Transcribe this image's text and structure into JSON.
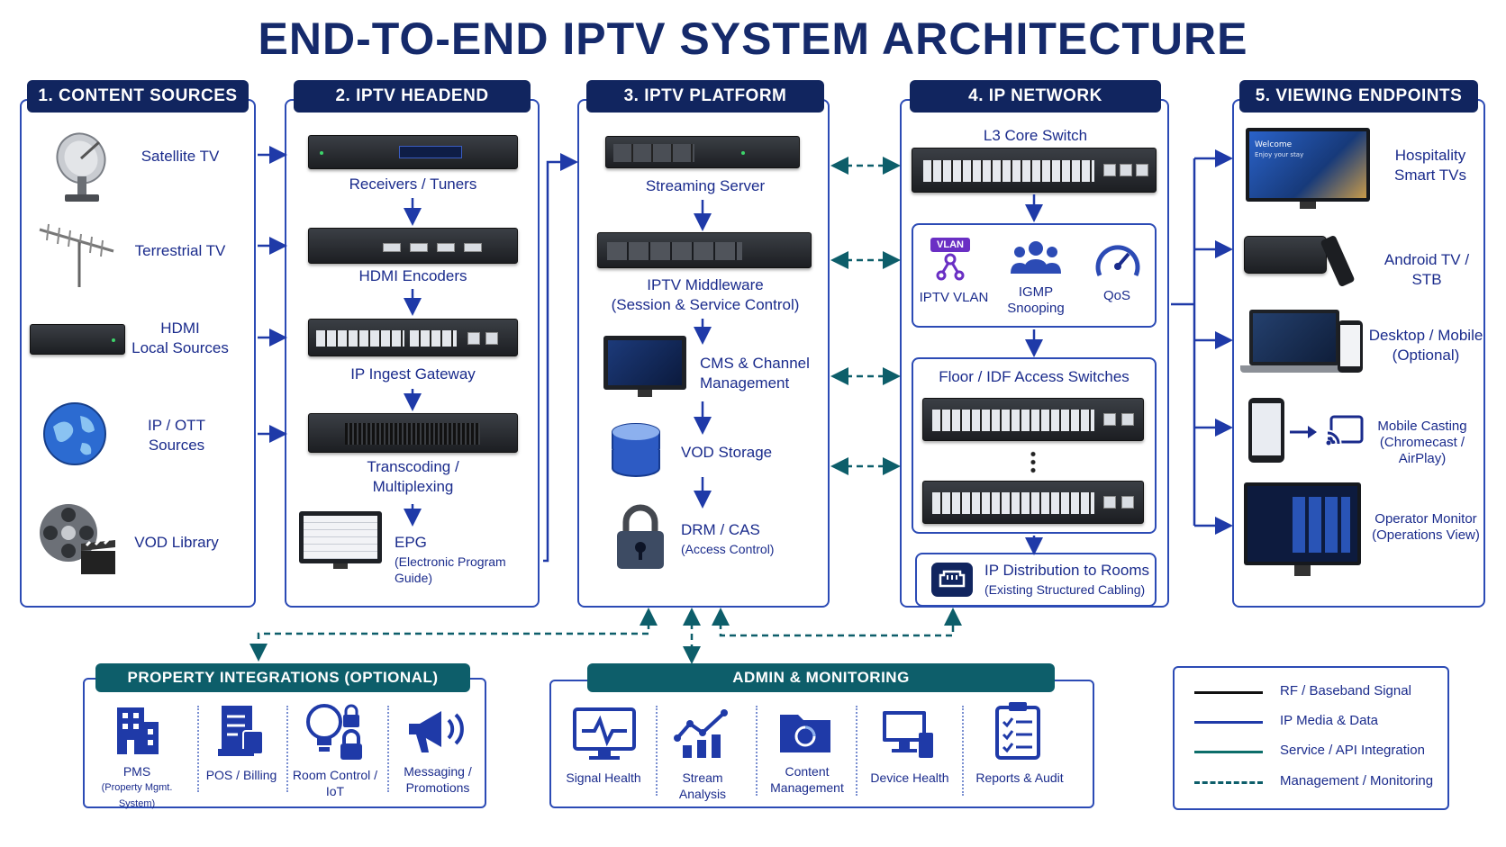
{
  "title": "END-TO-END IPTV SYSTEM ARCHITECTURE",
  "colors": {
    "navy": "#11255f",
    "blue": "#2c4bb5",
    "teal": "#0d5e6a",
    "text": "#1a2b8c"
  },
  "columns": {
    "sources": {
      "header": "1. CONTENT SOURCES",
      "items": [
        {
          "label": "Satellite TV",
          "icon": "satellite-dish-icon"
        },
        {
          "label": "Terrestrial TV",
          "icon": "antenna-icon"
        },
        {
          "label": "HDMI\nLocal Sources",
          "icon": "hdmi-box-icon"
        },
        {
          "label": "IP / OTT\nSources",
          "icon": "globe-icon"
        },
        {
          "label": "VOD Library",
          "icon": "film-reel-icon"
        }
      ]
    },
    "headend": {
      "header": "2. IPTV HEADEND",
      "items": [
        {
          "label": "Receivers / Tuners"
        },
        {
          "label": "HDMI Encoders"
        },
        {
          "label": "IP Ingest Gateway"
        },
        {
          "label": "Transcoding /\nMultiplexing"
        },
        {
          "label": "EPG",
          "sub": "(Electronic Program Guide)"
        }
      ]
    },
    "platform": {
      "header": "3. IPTV PLATFORM",
      "items": [
        {
          "label": "Streaming Server"
        },
        {
          "label": "IPTV Middleware\n(Session & Service Control)"
        },
        {
          "label": "CMS & Channel\nManagement"
        },
        {
          "label": "VOD Storage"
        },
        {
          "label": "DRM / CAS",
          "sub": "(Access Control)"
        }
      ]
    },
    "network": {
      "header": "4. IP NETWORK",
      "core": "L3 Core Switch",
      "features": [
        {
          "label": "IPTV VLAN",
          "badge": "VLAN",
          "icon": "vlan-icon"
        },
        {
          "label": "IGMP\nSnooping",
          "icon": "users-icon"
        },
        {
          "label": "QoS",
          "icon": "gauge-icon"
        }
      ],
      "access": "Floor / IDF Access Switches",
      "distribution": {
        "label": "IP Distribution to Rooms",
        "sub": "(Existing Structured Cabling)"
      }
    },
    "endpoints": {
      "header": "5. VIEWING ENDPOINTS",
      "items": [
        {
          "label": "Hospitality\nSmart TVs",
          "screen_title": "Welcome",
          "screen_sub": "Enjoy your stay"
        },
        {
          "label": "Android TV / STB"
        },
        {
          "label": "Desktop / Mobile\n(Optional)"
        },
        {
          "label": "Mobile Casting\n(Chromecast / AirPlay)"
        },
        {
          "label": "Operator Monitor\n(Operations View)"
        }
      ]
    }
  },
  "integrations": {
    "header": "PROPERTY INTEGRATIONS (OPTIONAL)",
    "items": [
      {
        "label": "PMS",
        "sub": "(Property Mgmt. System)",
        "icon": "building-icon"
      },
      {
        "label": "POS / Billing",
        "icon": "receipt-icon"
      },
      {
        "label": "Room Control / IoT",
        "icon": "bulb-lock-icon"
      },
      {
        "label": "Messaging /\nPromotions",
        "icon": "megaphone-icon"
      }
    ]
  },
  "admin": {
    "header": "ADMIN & MONITORING",
    "items": [
      {
        "label": "Signal Health",
        "icon": "pulse-monitor-icon"
      },
      {
        "label": "Stream Analysis",
        "icon": "analytics-icon"
      },
      {
        "label": "Content\nManagement",
        "icon": "folder-icon"
      },
      {
        "label": "Device Health",
        "icon": "device-icon"
      },
      {
        "label": "Reports & Audit",
        "icon": "clipboard-icon"
      }
    ]
  },
  "legend": [
    {
      "label": "RF / Baseband Signal",
      "color": "#111111",
      "style": "solid"
    },
    {
      "label": "IP Media & Data",
      "color": "#1f3aa8",
      "style": "solid"
    },
    {
      "label": "Service / API Integration",
      "color": "#0d6e6a",
      "style": "solid"
    },
    {
      "label": "Management / Monitoring",
      "color": "#0d5e6a",
      "style": "dashed"
    }
  ]
}
